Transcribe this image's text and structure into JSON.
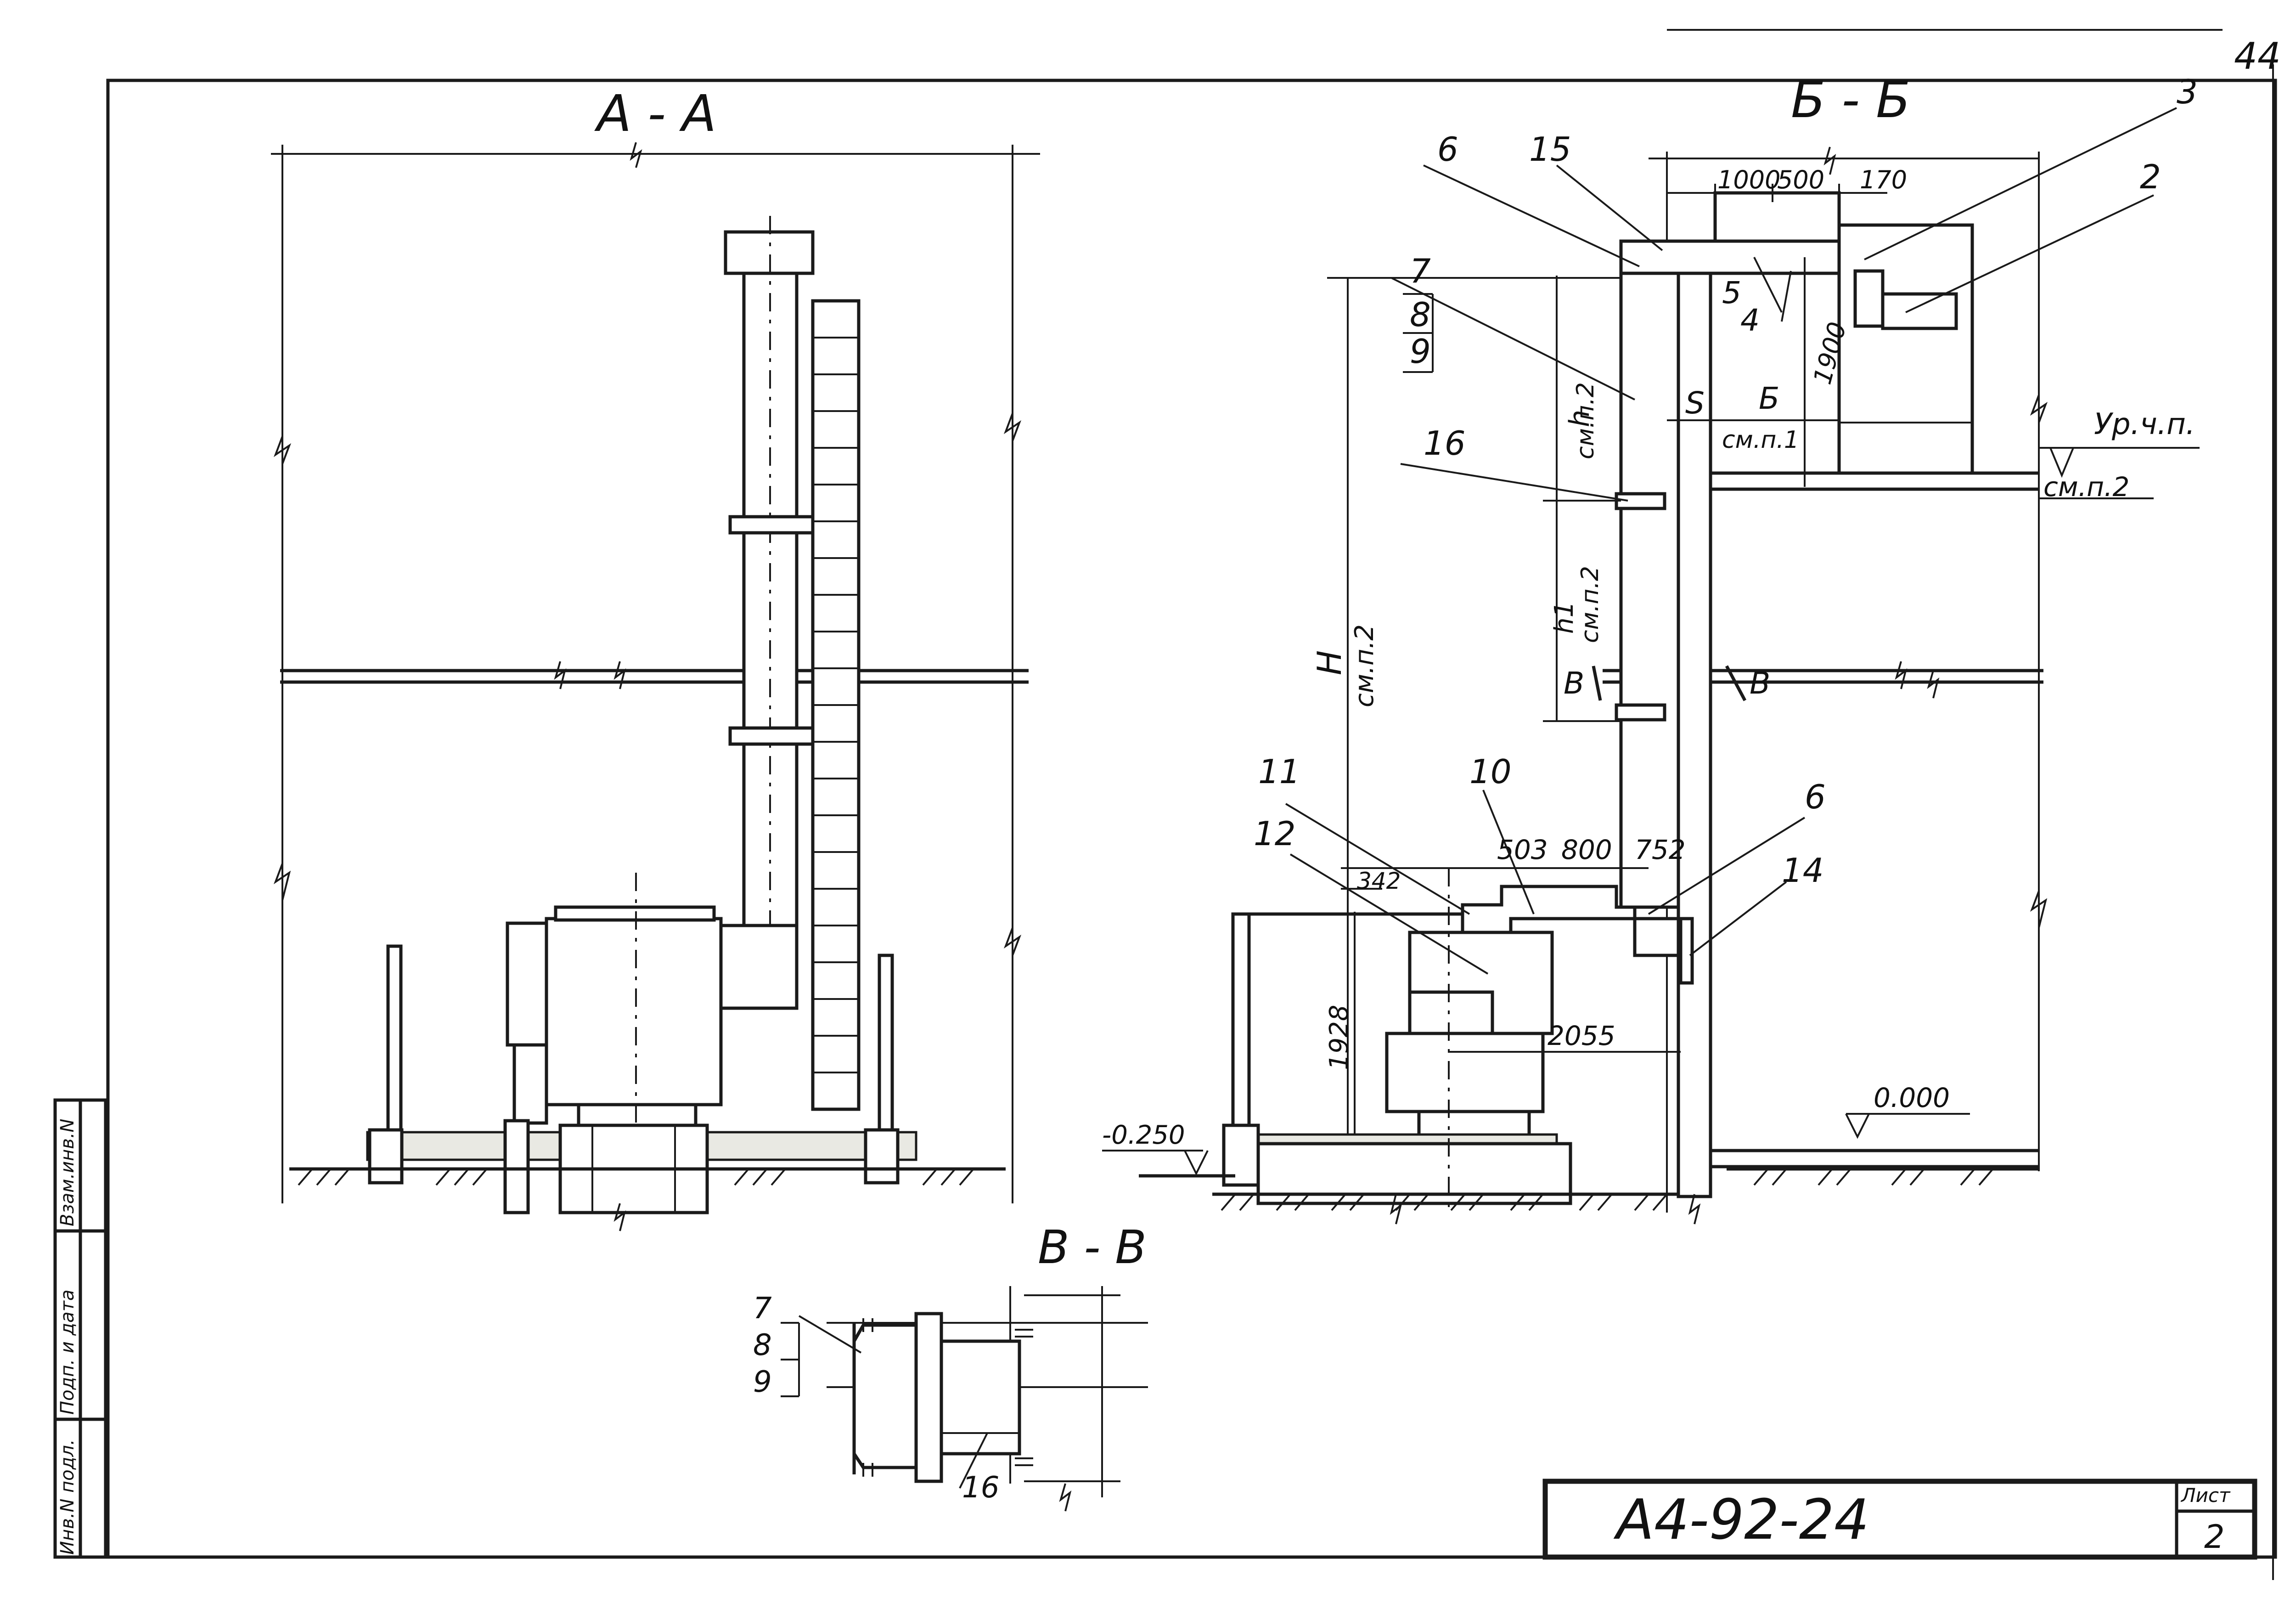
{
  "sheet": {
    "page_number": "44",
    "document_code": "А4-92-24",
    "sheet_label": "Лист",
    "sheet_number": "2"
  },
  "side_stamp": {
    "col1": "Инв.N подл.",
    "col2": "Подп. и дата",
    "col3": "Взам.инв.N"
  },
  "views": {
    "section_aa": {
      "title": "А - А"
    },
    "section_bb": {
      "title": "Б - Б",
      "callouts": [
        "6",
        "15",
        "7",
        "8",
        "9",
        "16",
        "3",
        "2",
        "5",
        "4",
        "11",
        "10",
        "12",
        "6",
        "14"
      ],
      "dimensions": {
        "top_1000": "1000",
        "top_500": "500",
        "top_170": "170",
        "d_1900": "1900",
        "h": "h",
        "h_ref": "см.п.2",
        "h1": "h1",
        "h1_ref": "см.п.2",
        "H": "H",
        "H_ref": "см.п.2",
        "S": "S",
        "B": "Б",
        "B_ref": "см.п.1",
        "level_label": "Ур.ч.п.",
        "level_ref": "см.п.2",
        "d_503": "503",
        "d_800": "800",
        "d_752": "752",
        "d_342": "342",
        "d_1928": "1928",
        "d_2055": "2055",
        "elev_minus": "-0.250",
        "elev_zero": "0.000",
        "cut_left": "В",
        "cut_right": "В"
      }
    },
    "section_vv": {
      "title": "В - В",
      "callouts": [
        "7",
        "8",
        "9",
        "16"
      ]
    }
  }
}
